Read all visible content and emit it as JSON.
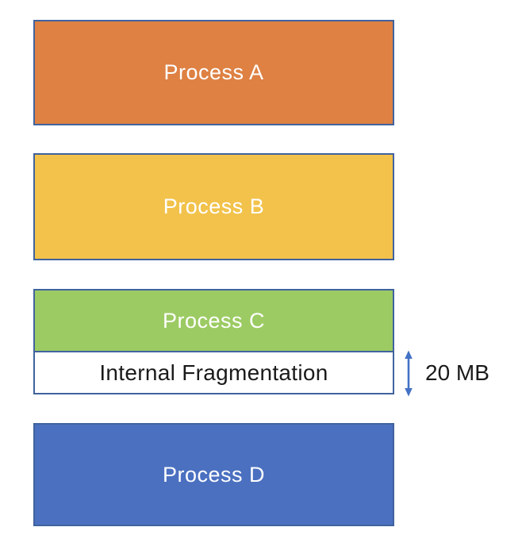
{
  "diagram": {
    "kind": "memory-allocation-internal-fragmentation",
    "background": "#FFFFFF",
    "border_color": "#40639E",
    "blocks": [
      {
        "id": "process-a",
        "label": "Process A",
        "fill": "#DE8143",
        "text_color": "#FFFFFF"
      },
      {
        "id": "process-b",
        "label": "Process B",
        "fill": "#F2C24B",
        "text_color": "#FFFFFF"
      },
      {
        "id": "process-c",
        "label": "Process C",
        "fill": "#9CCB63",
        "text_color": "#FFFFFF"
      },
      {
        "id": "internal-fragmentation",
        "label": "Internal Fragmentation",
        "fill": "#FFFFFF",
        "text_color": "#1A1A1A"
      },
      {
        "id": "process-d",
        "label": "Process D",
        "fill": "#4B70C0",
        "text_color": "#FFFFFF"
      }
    ],
    "annotation": {
      "label": "20 MB",
      "arrow_color": "#4472C4",
      "text_color": "#1A1A1A"
    }
  }
}
